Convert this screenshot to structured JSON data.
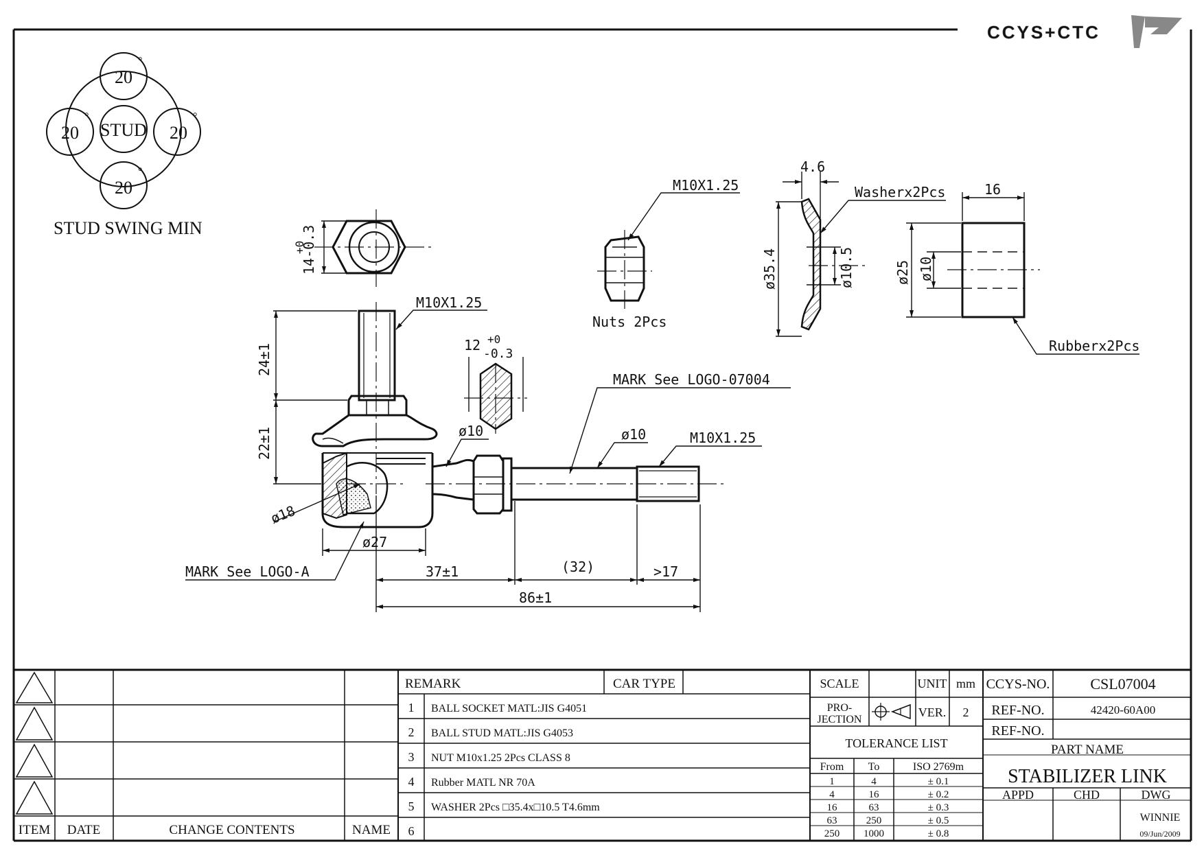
{
  "logo": {
    "text": "CCYS+CTC"
  },
  "swing": {
    "center_label": "STUD",
    "angles": [
      "20",
      "20",
      "20",
      "20"
    ],
    "degree": "°",
    "caption": "STUD SWING MIN"
  },
  "dims": {
    "hex_nut": "14-0.3",
    "hex_nut_sup": "+0",
    "stud_thread": "M10X1.25",
    "stud_len": "24±1",
    "stud_len2": "22±1",
    "hex12": "12",
    "hex12_tol": "+0",
    "hex12_tol2": "-0.3",
    "phi10_a": "ø10",
    "phi10_b": "ø10",
    "end_thread": "M10X1.25",
    "phi18": "ø18",
    "phi27": "ø27",
    "d37": "37±1",
    "d32": "(32)",
    "d17": ">17",
    "d86": "86±1",
    "nut_thread": "M10X1.25",
    "nut_caption": "Nuts 2Pcs",
    "washer_t": "4.6",
    "washer_caption": "Washerx2Pcs",
    "washer_od": "ø35.4",
    "washer_id": "ø10.5",
    "rubber_w": "16",
    "rubber_od": "ø25",
    "rubber_id": "ø10",
    "rubber_caption": "Rubberx2Pcs",
    "mark_07004": "MARK  See  LOGO-07004",
    "mark_a": "MARK  See  LOGO-A"
  },
  "title_block": {
    "rev_headers": {
      "item": "ITEM",
      "date": "DATE",
      "change": "CHANGE CONTENTS",
      "name": "NAME"
    },
    "remark_label": "REMARK",
    "car_type_label": "CAR TYPE",
    "remarks": [
      {
        "no": "1",
        "text": "BALL SOCKET MATL:JIS G4051"
      },
      {
        "no": "2",
        "text": "BALL STUD MATL:JIS G4053"
      },
      {
        "no": "3",
        "text": "NUT M10x1.25 2Pcs CLASS 8"
      },
      {
        "no": "4",
        "text": "Rubber MATL NR 70A"
      },
      {
        "no": "5",
        "text": "WASHER 2Pcs □35.4x□10.5 T4.6mm"
      },
      {
        "no": "6",
        "text": ""
      }
    ],
    "scale_label": "SCALE",
    "unit_label": "UNIT",
    "unit_value": "mm",
    "projection_label_1": "PRO-",
    "projection_label_2": "JECTION",
    "ver_label": "VER.",
    "ver_value": "2",
    "tolerance_title": "TOLERANCE LIST",
    "tolerance_headers": {
      "from": "From",
      "to": "To",
      "iso": "ISO 2769m"
    },
    "tolerances": [
      {
        "from": "1",
        "to": "4",
        "tol": "± 0.1"
      },
      {
        "from": "4",
        "to": "16",
        "tol": "± 0.2"
      },
      {
        "from": "16",
        "to": "63",
        "tol": "± 0.3"
      },
      {
        "from": "63",
        "to": "250",
        "tol": "± 0.5"
      },
      {
        "from": "250",
        "to": "1000",
        "tol": "± 0.8"
      }
    ],
    "ccys_no_label": "CCYS-NO.",
    "ccys_no": "CSL07004",
    "ref_no_label": "REF-NO.",
    "ref_no": "42420-60A00",
    "ref_no2_label": "REF-NO.",
    "ref_no2": "",
    "part_name_label": "PART NAME",
    "part_name": "STABILIZER LINK",
    "appd_label": "APPD",
    "chd_label": "CHD",
    "dwg_label": "DWG",
    "dwg_name": "WINNIE",
    "dwg_date": "09/Jun/2009"
  }
}
